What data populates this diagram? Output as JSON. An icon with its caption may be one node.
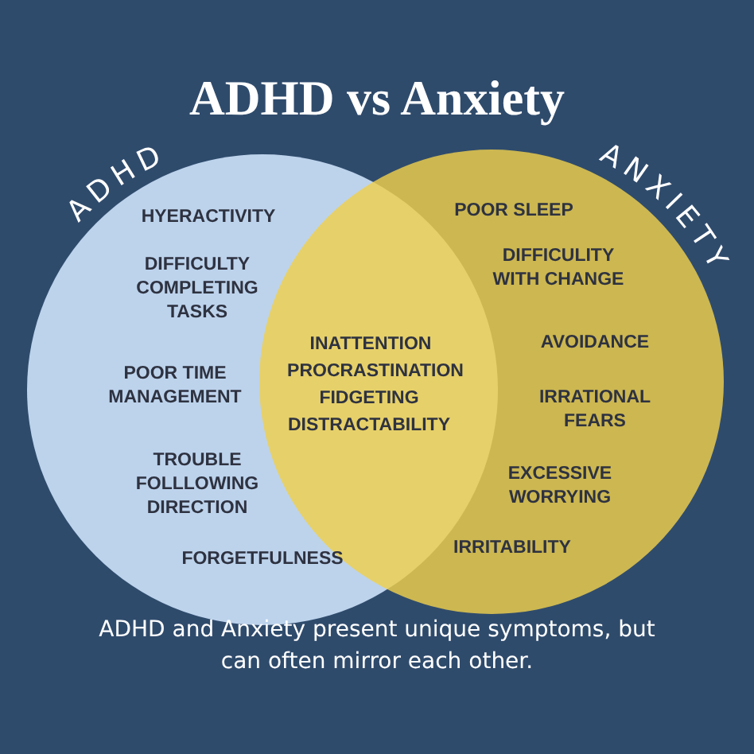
{
  "diagram": {
    "title": "ADHD vs Anxiety",
    "caption": "ADHD and Anxiety present unique symptoms, but can often mirror each other.",
    "nodes": [
      {
        "text": [
          "ADHD"
        ]
      },
      {
        "text": [
          "ANXIETY"
        ]
      }
    ],
    "labels": [
      "HYERACTIVITY",
      "DIFFICULTY COMPLETING TASKS",
      "POOR TIME MANAGEMENT",
      "TROUBLE FOLLLOWING DIRECTION",
      "FORGETFULNESS",
      "INATTENTION",
      "PROCRASTINATION",
      "FIDGETING",
      "DISTRACTABILITY",
      "POOR SLEEP",
      "DIFFICULITY WITH CHANGE",
      "AVOIDANCE",
      "IRRATIONAL FEARS",
      "EXCESSIVE WORRYING",
      "IRRITABILITY"
    ]
  }
}
